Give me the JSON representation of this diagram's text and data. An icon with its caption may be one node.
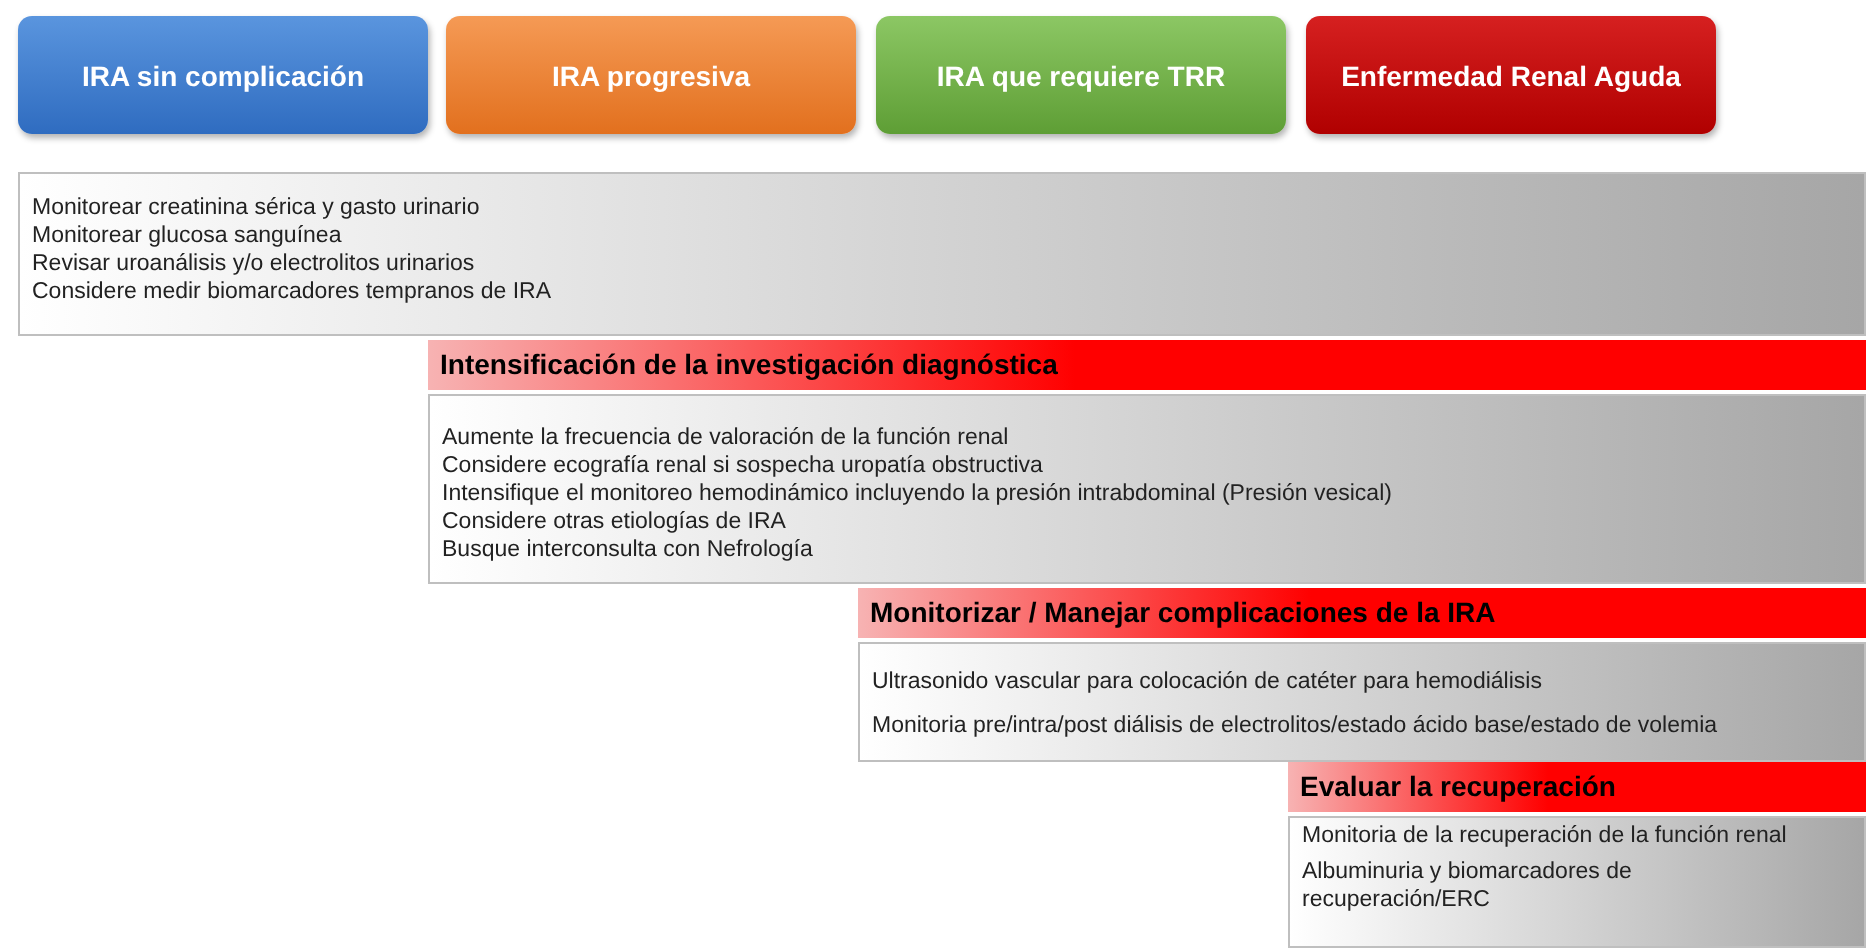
{
  "diagram": {
    "nodes": [
      {
        "text": [
          "IRA sin complicación"
        ]
      },
      {
        "text": [
          "IRA progresiva"
        ]
      },
      {
        "text": [
          "IRA que requiere TRR"
        ]
      },
      {
        "text": [
          "Enfermedad Renal Aguda"
        ]
      },
      {
        "text": [
          "Monitorear creatinina sérica y gasto urinario",
          "Monitorear glucosa sanguínea",
          "Revisar uroanálisis y/o electrolitos urinarios",
          "Considere medir biomarcadores tempranos de IRA"
        ]
      },
      {
        "text": [
          "Intensificación de la investigación diagnóstica",
          "Aumente la frecuencia de valoración de la función renal",
          "Considere ecografía renal si sospecha uropatía obstructiva",
          "Intensifique el monitoreo hemodinámico incluyendo la presión intrabdominal (Presión vesical)",
          "Considere otras etiologías de IRA",
          "Busque interconsulta con Nefrología"
        ]
      },
      {
        "text": [
          "Monitorizar / Manejar complicaciones de la IRA",
          "Ultrasonido vascular para colocación de catéter para hemodiálisis",
          "Monitoria pre/intra/post diálisis de electrolitos/estado ácido base/estado de volemia"
        ]
      },
      {
        "text": [
          "Evaluar la recuperación",
          "Monitoria de la recuperación de la función renal",
          "Albuminuria y biomarcadores de recuperación/ERC"
        ]
      }
    ]
  }
}
